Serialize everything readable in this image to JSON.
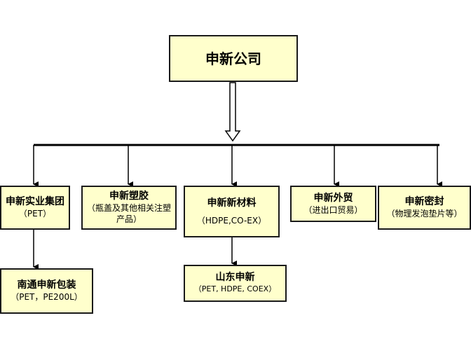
{
  "root": {
    "name": "申新公司"
  },
  "children": [
    {
      "name": "申新实业集团",
      "sub": "（PET）"
    },
    {
      "name": "申新塑胶",
      "sub": "（瓶盖及其他相关注塑产品）"
    },
    {
      "name": "申新新材料",
      "sub": "（HDPE,CO-EX）"
    },
    {
      "name": "申新外贸",
      "sub": "（进出口贸易）"
    },
    {
      "name": "申新密封",
      "sub": "（物理发泡垫片等）"
    }
  ],
  "grandchildren": [
    {
      "name": "南通申新包装",
      "sub": "（PET，PE200L）"
    },
    {
      "name": "山东申新",
      "sub": "（PET, HDPE, COEX）"
    }
  ],
  "colors": {
    "box_fill": "#ffffcc",
    "line": "#000000"
  }
}
